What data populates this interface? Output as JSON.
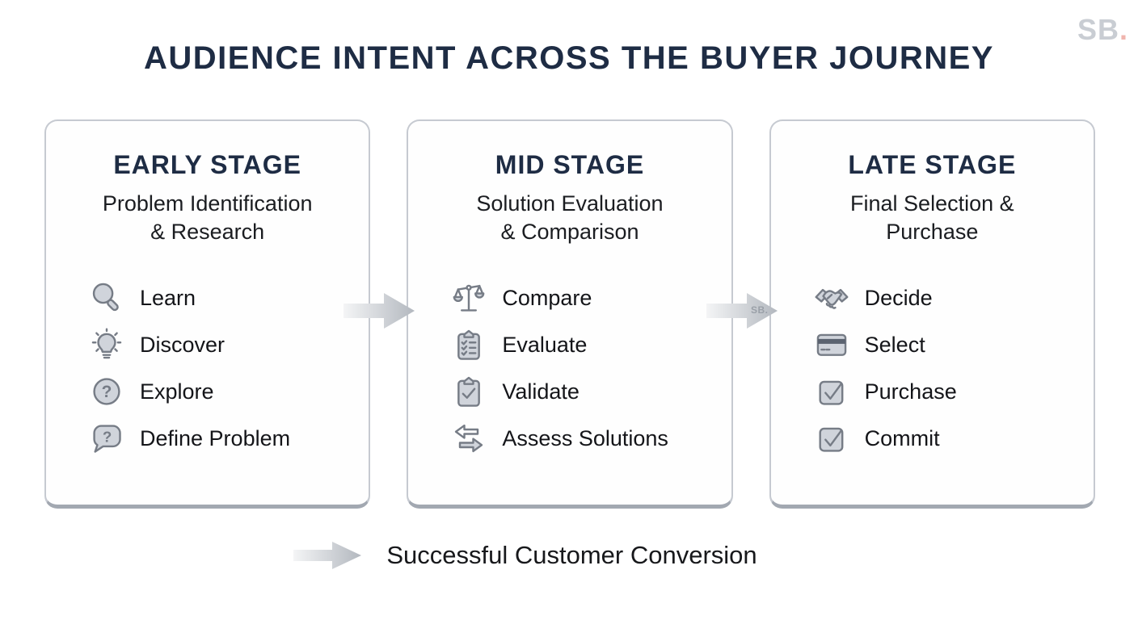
{
  "page": {
    "title": "AUDIENCE INTENT ACROSS THE BUYER JOURNEY",
    "brand": {
      "name": "SB",
      "dot": "."
    },
    "arrow_watermark": "SB.",
    "footer_label": "Successful Customer Conversion"
  },
  "colors": {
    "heading_navy": "#1e2c44",
    "brand_gray": "#c9cdd3",
    "brand_dot_salmon": "#f0b5ae",
    "icon_gray": "#767c86",
    "icon_fill": "#d0d4db",
    "card_border": "#c6cad1",
    "arrow_gradient_start": "#f4f5f6",
    "arrow_gradient_end": "#b3b8bf"
  },
  "cards": [
    {
      "title": "EARLY STAGE",
      "subtitle": [
        "Problem Identification",
        "& Research"
      ],
      "items": [
        {
          "icon": "magnifier-icon",
          "label": "Learn"
        },
        {
          "icon": "lightbulb-icon",
          "label": "Discover"
        },
        {
          "icon": "question-circle-icon",
          "label": "Explore"
        },
        {
          "icon": "question-bubble-icon",
          "label": "Define Problem"
        }
      ]
    },
    {
      "title": "MID STAGE",
      "subtitle": [
        "Solution Evaluation",
        "& Comparison"
      ],
      "items": [
        {
          "icon": "scales-icon",
          "label": "Compare"
        },
        {
          "icon": "clipboard-checklist-icon",
          "label": "Evaluate"
        },
        {
          "icon": "clipboard-check-icon",
          "label": "Validate"
        },
        {
          "icon": "swap-arrows-icon",
          "label": "Assess Solutions"
        }
      ]
    },
    {
      "title": "LATE STAGE",
      "subtitle": [
        "Final Selection &",
        "Purchase"
      ],
      "items": [
        {
          "icon": "handshake-icon",
          "label": "Decide"
        },
        {
          "icon": "credit-card-icon",
          "label": "Select"
        },
        {
          "icon": "checkbox-check-icon",
          "label": "Purchase"
        },
        {
          "icon": "checkbox-check-dark-icon",
          "label": "Commit"
        }
      ]
    }
  ]
}
